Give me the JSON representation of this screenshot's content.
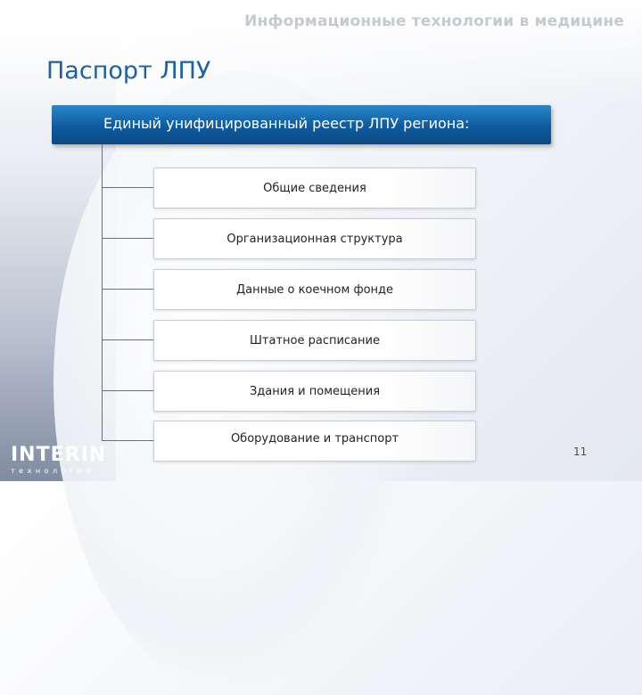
{
  "header": {
    "title": "Информационные технологии в медицине"
  },
  "page_title": "Паспорт ЛПУ",
  "registry": {
    "label": "Единый унифицированный реестр ЛПУ региона:"
  },
  "items": [
    {
      "label": "Общие сведения"
    },
    {
      "label": "Организационная структура"
    },
    {
      "label": "Данные о коечном фонде"
    },
    {
      "label": "Штатное расписание"
    },
    {
      "label": "Здания и помещения"
    },
    {
      "label": "Оборудование и транспорт"
    }
  ],
  "logo": {
    "name": "INTERIN",
    "tagline": "технологии"
  },
  "footer": {
    "page_number": "11"
  },
  "colors": {
    "accent": "#1d5fa8",
    "bar": "#0f5a9e",
    "header_text": "#c6c9ce"
  }
}
